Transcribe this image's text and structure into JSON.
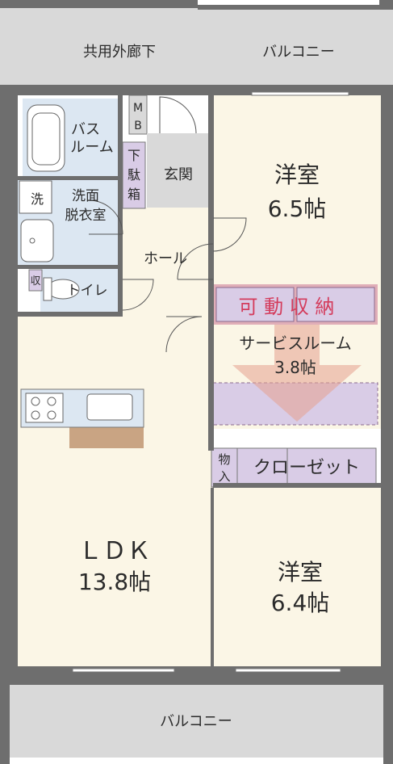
{
  "colors": {
    "wall": "#6e6e6e",
    "floor": "#fbf6e6",
    "exterior": "#d9d9d9",
    "wet": "#dce7f2",
    "storage": "#d9cce6",
    "movable": "#e0aeb8",
    "arrow": "#e6a08e",
    "kitchen_counter": "#c9a483"
  },
  "labels": {
    "corridor": "共用外廊下",
    "balcony_top": "バルコニー",
    "balcony_bottom": "バルコニー",
    "mb_1": "M",
    "mb_2": "B",
    "bath_1": "バス",
    "bath_2": "ルーム",
    "shoe_1": "下",
    "shoe_2": "駄",
    "shoe_3": "箱",
    "entrance": "玄関",
    "wash": "洗",
    "washroom_1": "洗面",
    "washroom_2": "脱衣室",
    "hall": "ホール",
    "storage_small": "収",
    "toilet": "トイレ",
    "western_top": "洋室",
    "western_top_size": "6.5帖",
    "movable_storage": "可 動 収 納",
    "service_room": "サービスルーム",
    "service_room_size": "3.8帖",
    "mono_1": "物",
    "mono_2": "入",
    "closet": "クローゼット",
    "ldk": "ＬＤＫ",
    "ldk_size": "13.8帖",
    "western_bottom": "洋室",
    "western_bottom_size": "6.4帖"
  }
}
